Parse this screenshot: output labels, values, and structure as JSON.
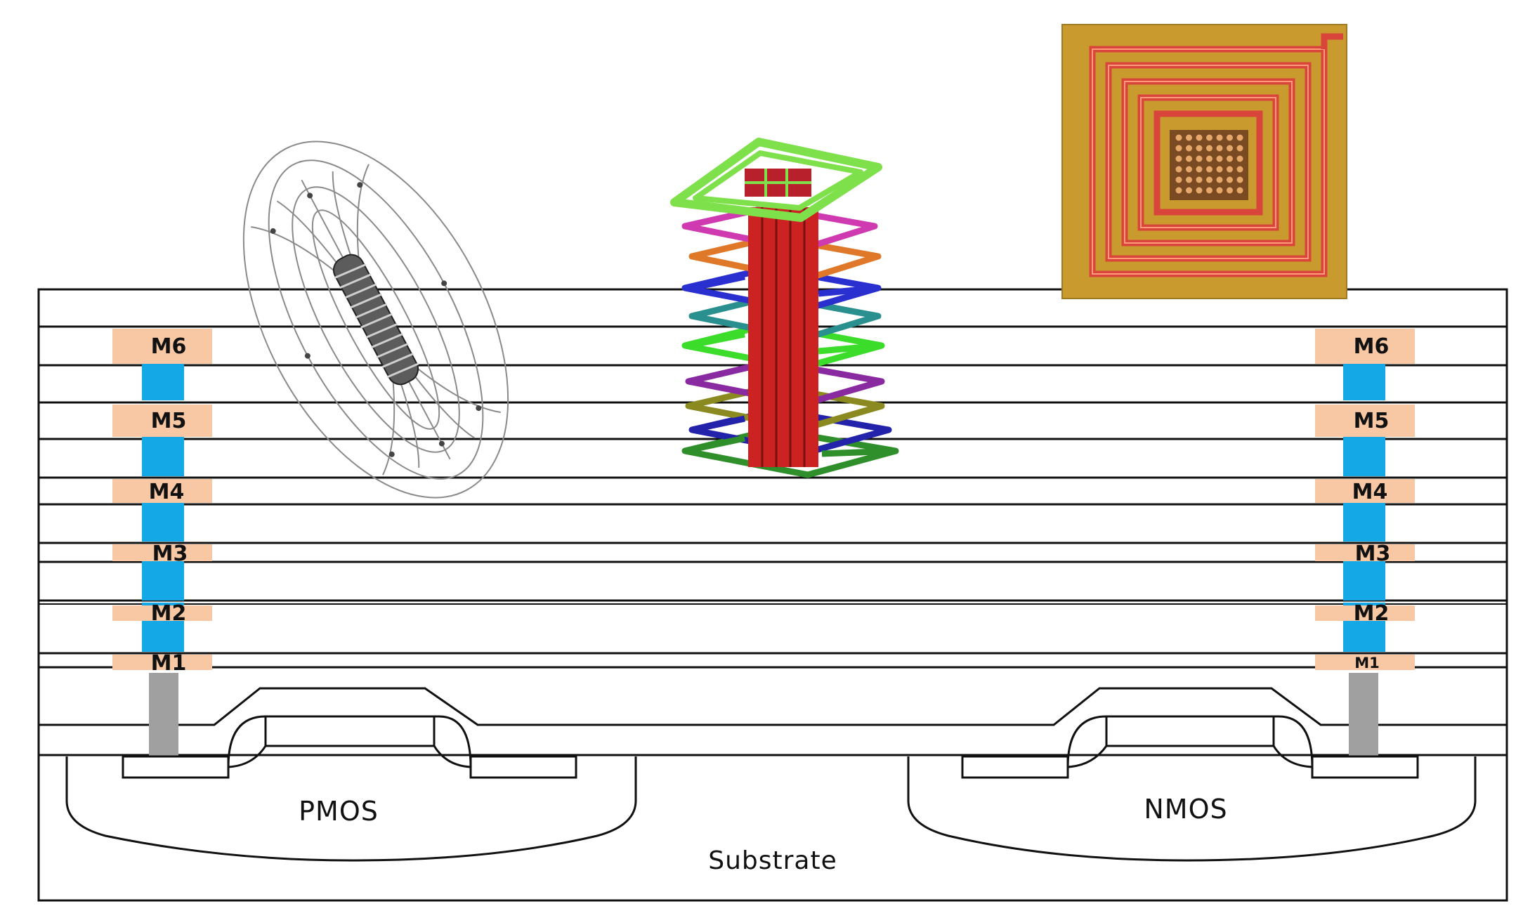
{
  "colors": {
    "metal_pad": "#f8c8a4",
    "via": "#14a8e6",
    "contact": "#a0a0a0",
    "outline": "#111111",
    "photo_background": "#c99a2e",
    "photo_spiral": "#d9453a",
    "coil_core": "#cc2222"
  },
  "left_stack": {
    "m6": "M6",
    "m5": "M5",
    "m4": "M4",
    "m3": "M3",
    "m2": "M2",
    "m1": "M1"
  },
  "right_stack": {
    "m6": "M6",
    "m5": "M5",
    "m4": "M4",
    "m3": "M3",
    "m2": "M2",
    "m1": "M1"
  },
  "regions": {
    "pmos": "PMOS",
    "nmos": "NMOS",
    "substrate": "Substrate"
  },
  "icons": {
    "solenoid": "solenoid-field-icon",
    "stacked_inductor": "stacked-spiral-inductor-icon",
    "chip_photo": "spiral-inductor-photo-icon"
  }
}
